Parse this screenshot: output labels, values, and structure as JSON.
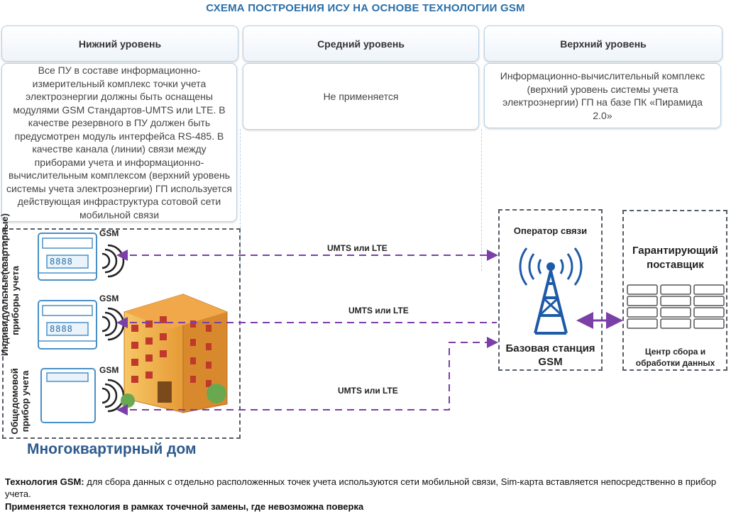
{
  "title": "СХЕМА ПОСТРОЕНИЯ ИСУ НА ОСНОВЕ ТЕХНОЛОГИИ GSM",
  "levels": [
    {
      "name": "Нижний уровень",
      "description": "Все ПУ в составе информационно-измерительный комплекс точки учета электроэнергии должны быть оснащены модулями GSM Стандартов-UMTS или LTE. В качестве резервного в ПУ должен быть предусмотрен модуль интерфейса RS-485. В качестве канала (линии) связи между приборами учета и информационно-вычислительным комплексом (верхний уровень системы учета электроэнергии) ГП используется действующая инфраструктура сотовой сети мобильной связи"
    },
    {
      "name": "Средний уровень",
      "description": "Не применяется"
    },
    {
      "name": "Верхний уровень",
      "description": "Информационно-вычислительный комплекс (верхний уровень системы учета электроэнергии) ГП на базе ПК «Пирамида 2.0»"
    }
  ],
  "building": {
    "label": "Многоквартирный дом",
    "individual_meters_label": "Индивидуальные(квартирные) приборы учета",
    "common_meter_label": "Общедомовой прибор учета",
    "gsm_label": "GSM"
  },
  "links": [
    "UMTS или LTE",
    "UMTS или LTE",
    "UMTS или LTE"
  ],
  "operator": {
    "label": "Оператор связи",
    "station_label": "Базовая станция GSM"
  },
  "supplier": {
    "label": "Гарантирующий поставщик",
    "center_label": "Центр сбора и обработки данных"
  },
  "meter_display": "8888",
  "footer": {
    "line1_bold": "Технология GSM:",
    "line1_rest": " для сбора данных с отдельно расположенных точек учета используются сети мобильной связи, Sim-карта вставляется непосредственно в прибор учета.",
    "line2": "Применяется технология в рамках точечной замены, где невозможна поверка"
  },
  "colors": {
    "title": "#2a6fa8",
    "link": "#7b3fa8",
    "tower": "#1d5aa8",
    "building": "#f2b650",
    "server": "#555555"
  }
}
